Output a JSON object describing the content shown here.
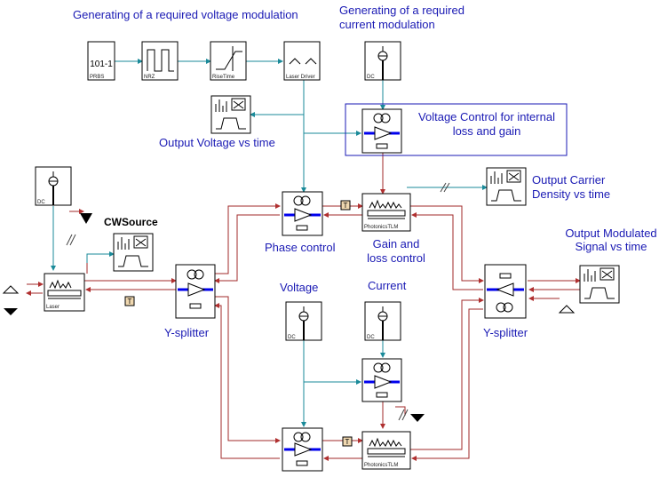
{
  "labels": {
    "gen_voltage": "Generating of a required voltage modulation",
    "gen_current_1": "Generating of a required",
    "gen_current_2": "current modulation",
    "output_voltage": "Output Voltage vs time",
    "voltage_control_1": "Voltage Control for internal",
    "voltage_control_2": "loss and gain",
    "output_carrier_1": "Output Carrier",
    "output_carrier_2": "Density vs time",
    "cwsource": "CWSource",
    "phase_control": "Phase control",
    "gain_loss_1": "Gain and",
    "gain_loss_2": "loss control",
    "output_modulated_1": "Output Modulated",
    "output_modulated_2": "Signal vs time",
    "y_splitter_left": "Y-splitter",
    "y_splitter_right": "Y-splitter",
    "voltage": "Voltage",
    "current": "Current"
  },
  "captions": {
    "prbs_symbol": "101-1",
    "prbs": "PRBS",
    "nrz": "NRZ",
    "risetime": "RiseTime",
    "laser_driver": "Laser Driver",
    "dc": "DC",
    "laser": "Laser",
    "photonics_tlm": "PhotonicsTLM",
    "terminator": "T"
  },
  "colors": {
    "electrical_wire": "#1a8a99",
    "optical_wire": "#a02a2a",
    "label_text": "#1a1ab4",
    "arrow_blue": "#0000ee"
  }
}
